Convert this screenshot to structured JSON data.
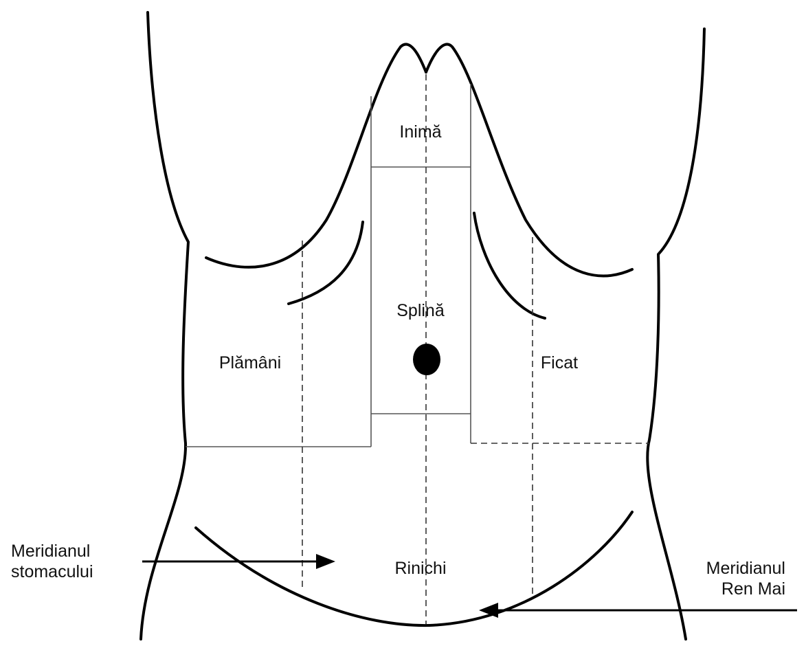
{
  "labels": {
    "heart": "Inimă",
    "spleen": "Splină",
    "lungs": "Plămâni",
    "liver": "Ficat",
    "kidneys": "Rinichi"
  },
  "callouts": {
    "stomach": {
      "line1": "Meridianul",
      "line2": "stomacului"
    },
    "ren_mai": {
      "line1": "Meridianul",
      "line2": "Ren Mai"
    }
  },
  "colors": {
    "outline": "#000000",
    "grid": "#555555",
    "background": "#ffffff"
  }
}
